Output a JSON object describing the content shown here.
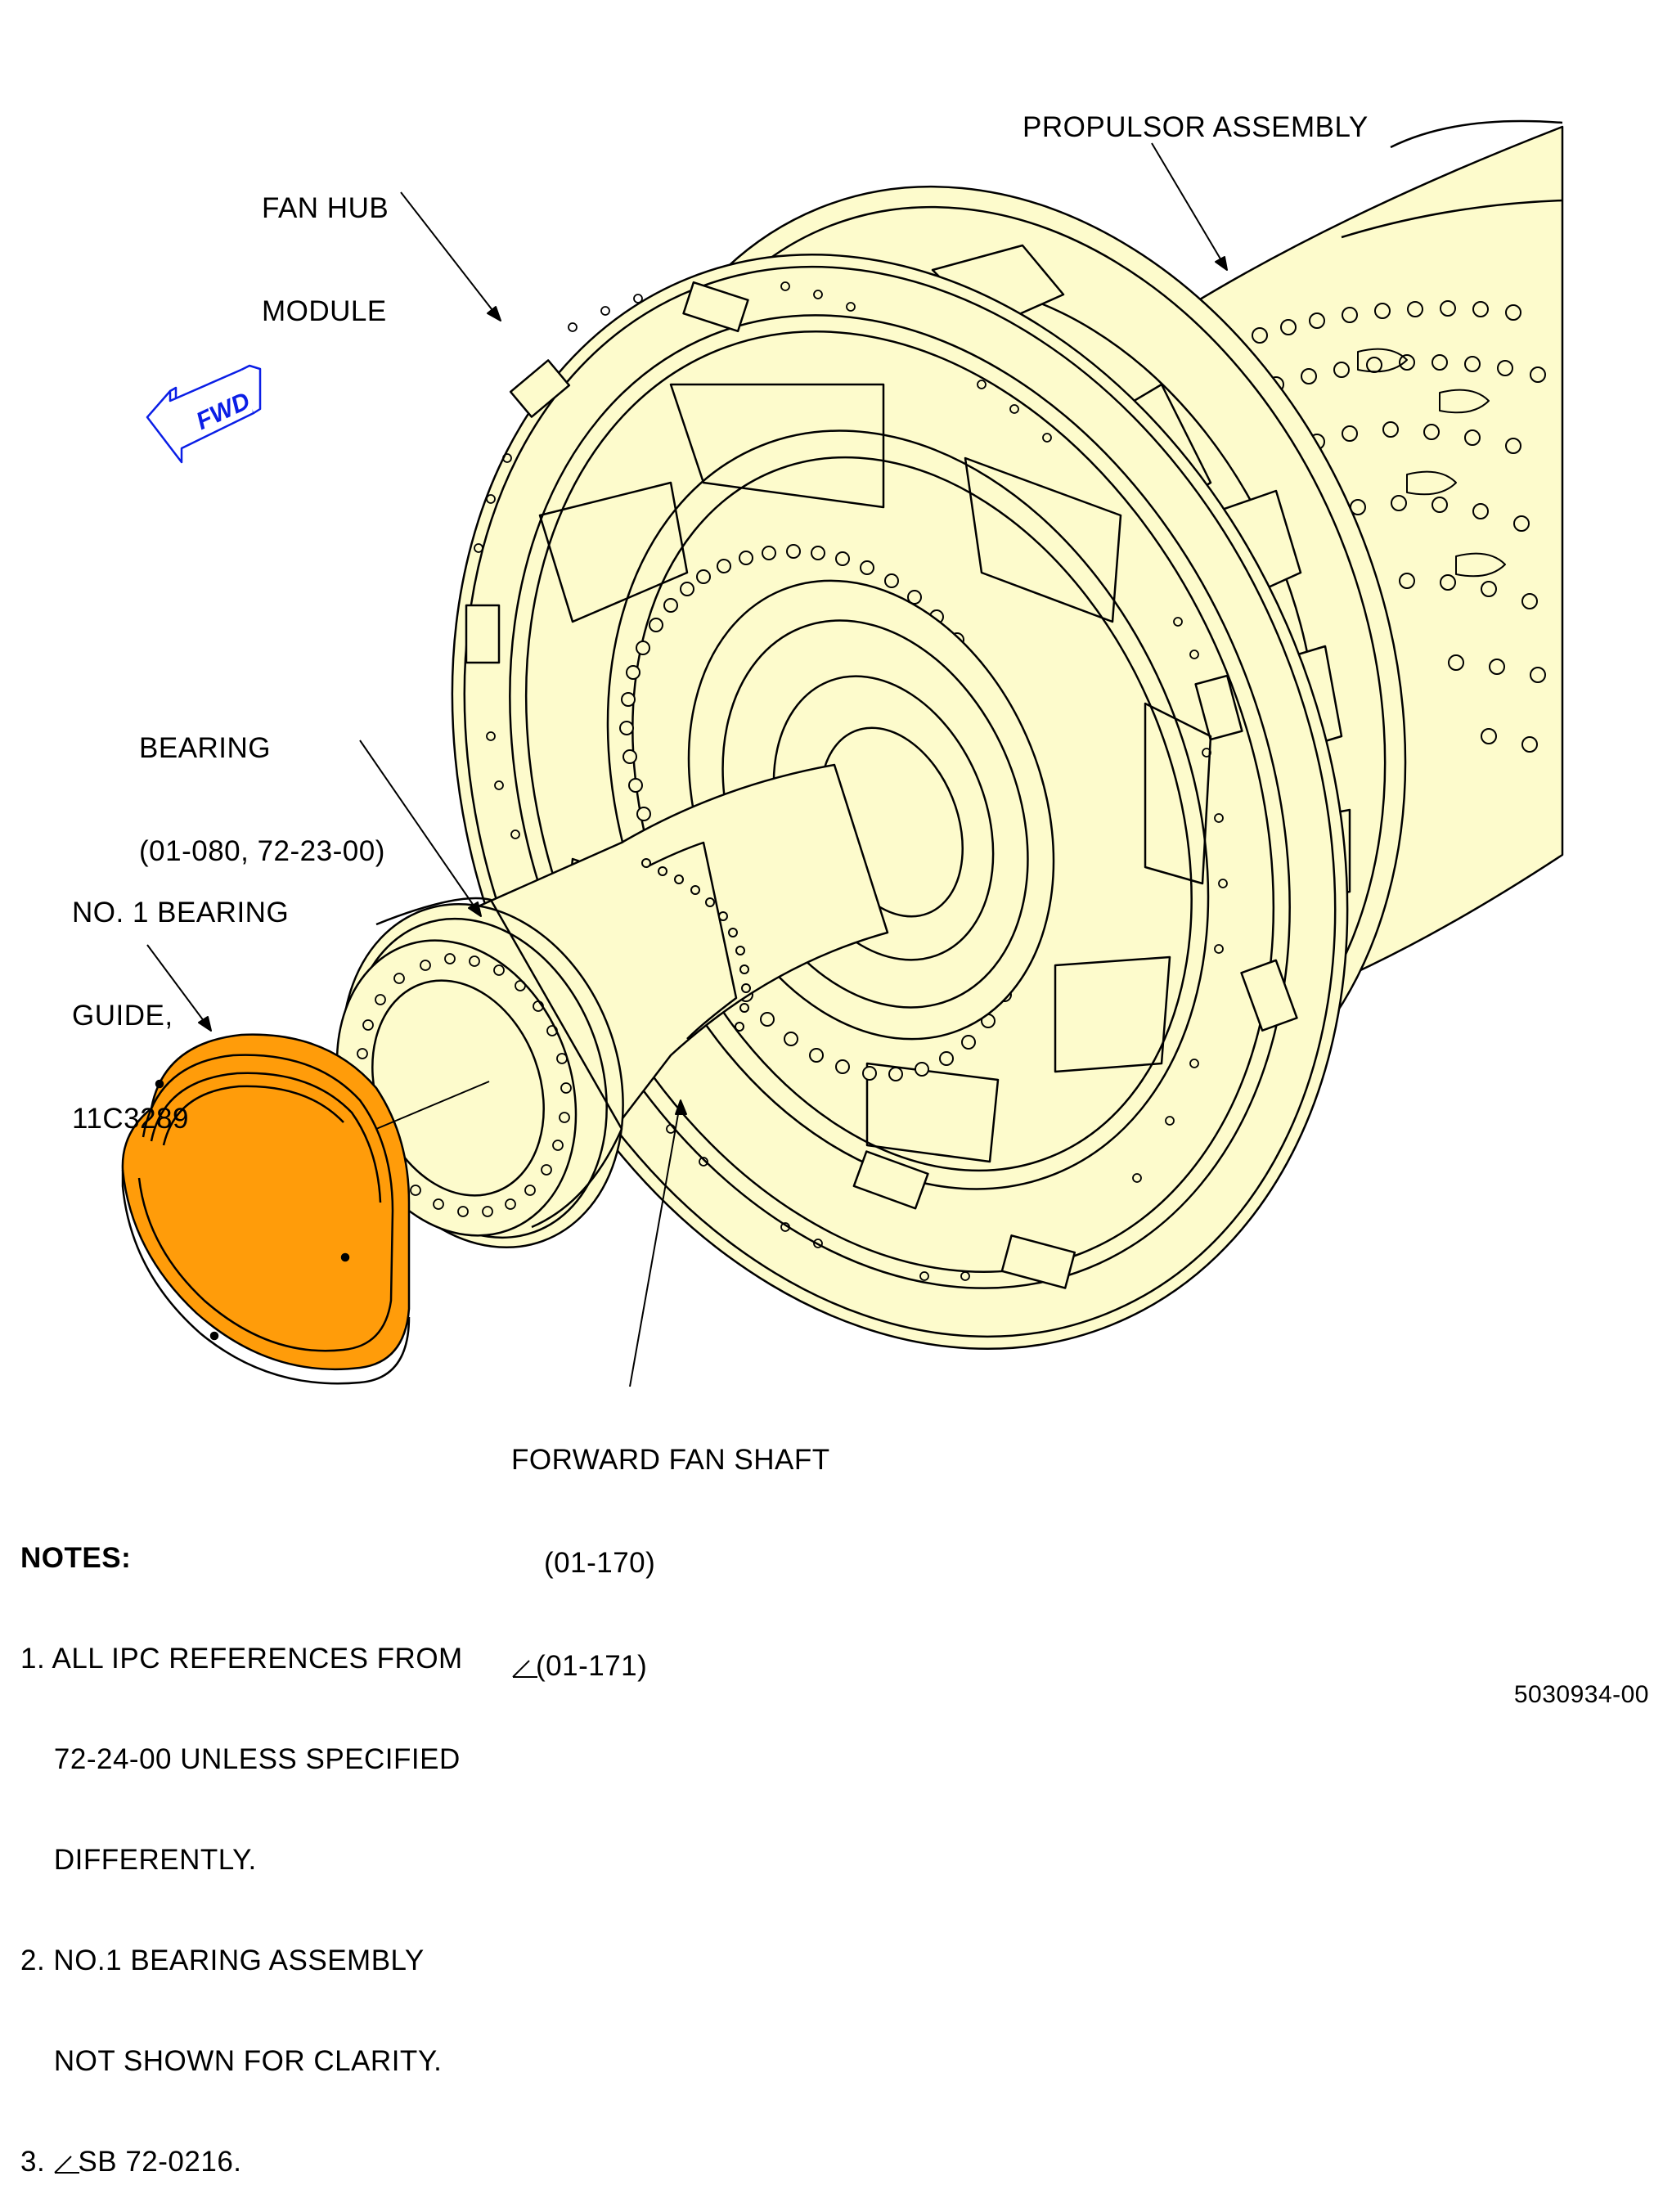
{
  "labels": {
    "fan_hub_line1": "FAN HUB",
    "fan_hub_line2": "MODULE",
    "propulsor": "PROPULSOR ASSEMBLY",
    "bearing_line1": "BEARING",
    "bearing_line2": "(01-080, 72-23-00)",
    "guide_line1": "NO. 1 BEARING",
    "guide_line2": "GUIDE,",
    "guide_line3": "11C3289",
    "shaft_line1": "FORWARD FAN SHAFT",
    "shaft_line2": "(01-170)",
    "shaft_line3": "(01-171)",
    "fwd": "FWD"
  },
  "notes": {
    "heading": "NOTES:",
    "items": [
      "1. ALL IPC REFERENCES FROM",
      "    72-24-00 UNLESS SPECIFIED",
      "    DIFFERENTLY.",
      "2. NO.1 BEARING ASSEMBLY",
      "    NOT SHOWN FOR CLARITY.",
      "3. ",
      "SB 72-0216."
    ]
  },
  "figure_number": "5030934-00",
  "colors": {
    "part_fill": "#fdfbcc",
    "highlight_fill": "#ff9c0a",
    "fwd_arrow": "#0a1ee6",
    "outline": "#000000"
  }
}
